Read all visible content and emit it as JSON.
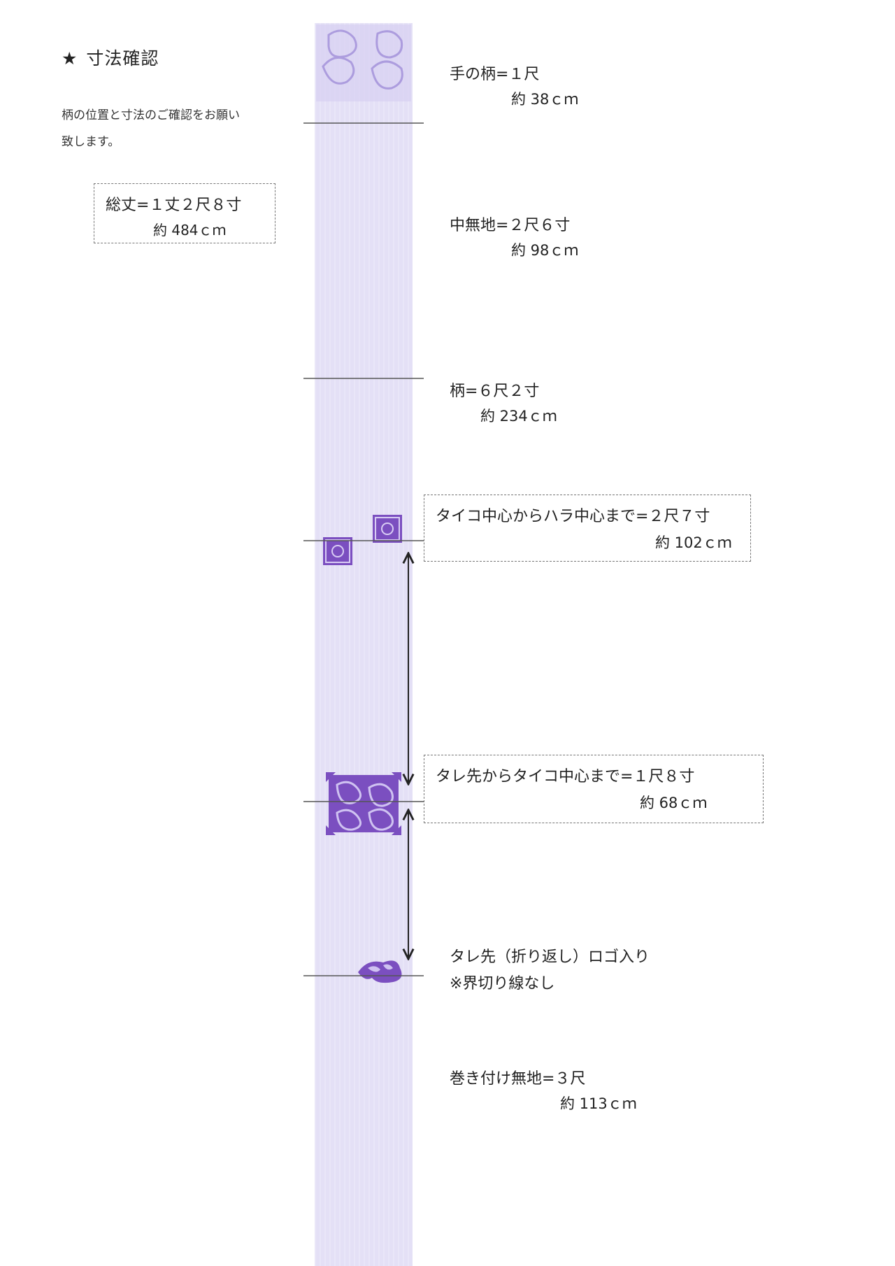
{
  "header": {
    "star": "★",
    "title": "寸法確認"
  },
  "note": {
    "line1": "柄の位置と寸法のご確認をお願い",
    "line2": "致します。"
  },
  "total": {
    "line1": "総丈=１丈２尺８寸",
    "line2": "約 484ｃｍ"
  },
  "sections": {
    "tenogara": {
      "line1": "手の柄=１尺",
      "line2": "約 38ｃｍ"
    },
    "nakamuji": {
      "line1": "中無地=２尺６寸",
      "line2": "約 98ｃｍ"
    },
    "gara": {
      "line1": "柄=６尺２寸",
      "line2": "約 234ｃｍ"
    },
    "taiko_hara": {
      "line1": "タイコ中心からハラ中心まで=２尺７寸",
      "line2": "約 102ｃｍ"
    },
    "tare_taiko": {
      "line1": "タレ先からタイコ中心まで=１尺８寸",
      "line2": "約 68ｃｍ"
    },
    "taresaki": {
      "line1": "タレ先（折り返し）ロゴ入り",
      "line2": "※界切り線なし"
    },
    "makitsuke": {
      "line1": "巻き付け無地=３尺",
      "line2": "約 113ｃｍ"
    }
  },
  "colors": {
    "obi_base": "#e4e0f6",
    "pattern": "#7b4fc0",
    "pattern_light": "#b7a6e6"
  }
}
